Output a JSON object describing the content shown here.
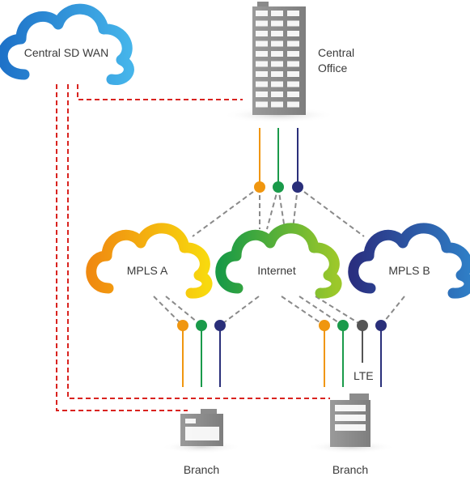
{
  "clouds": {
    "central_sdwan": "Central SD WAN",
    "mpls_a": "MPLS A",
    "internet": "Internet",
    "mpls_b": "MPLS B"
  },
  "central_office": {
    "line1": "Central",
    "line2": "Office"
  },
  "lte_label": "LTE",
  "branches": [
    "Branch",
    "Branch"
  ],
  "colors": {
    "orange": "#f0960f",
    "green": "#1a9a4a",
    "navy": "#2a2f7a",
    "gray": "#555555",
    "sdwan_link": "#d9231f",
    "mpls_a": "#f5b800",
    "internet": "#5fb52e",
    "mpls_b": "#2a4aa0",
    "central_sdwan": "#2f8fd8",
    "building": "#8c8c8c"
  }
}
